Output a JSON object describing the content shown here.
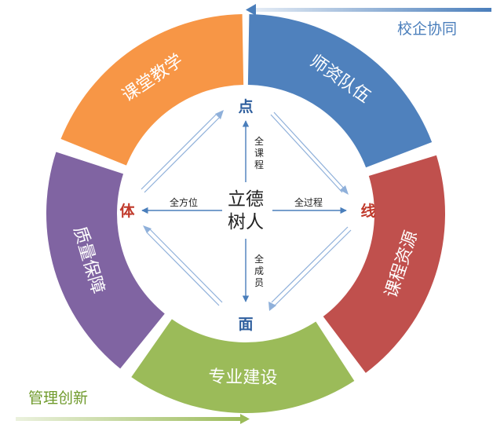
{
  "banners": {
    "top_right": "校企协同",
    "bottom_left": "管理创新"
  },
  "segments": [
    {
      "id": "top-right",
      "label": "师资队伍",
      "color": "#4f81bd"
    },
    {
      "id": "right",
      "label": "课程资源",
      "color": "#c0504d"
    },
    {
      "id": "bottom",
      "label": "专业建设",
      "color": "#9bbb59"
    },
    {
      "id": "left",
      "label": "质量保障",
      "color": "#8064a2"
    },
    {
      "id": "top-left",
      "label": "课堂教学",
      "color": "#f79646"
    }
  ],
  "center": {
    "line1": "立德",
    "line2": "树人"
  },
  "nodes": {
    "top": "点",
    "right": "线",
    "bottom": "面",
    "left": "体"
  },
  "edge_labels": {
    "up": "全课程",
    "right": "全过程",
    "down": "全成员",
    "left": "全方位"
  },
  "colors": {
    "ring_fill": "#ffffff",
    "node_blue": "#2f5f9e",
    "node_red": "#c0392b",
    "arrow_blue": "#4a7ebb",
    "arrow_light": "#a9c3e3",
    "banner_blue": "#4a7ebb",
    "banner_green": "#9bbb59"
  }
}
